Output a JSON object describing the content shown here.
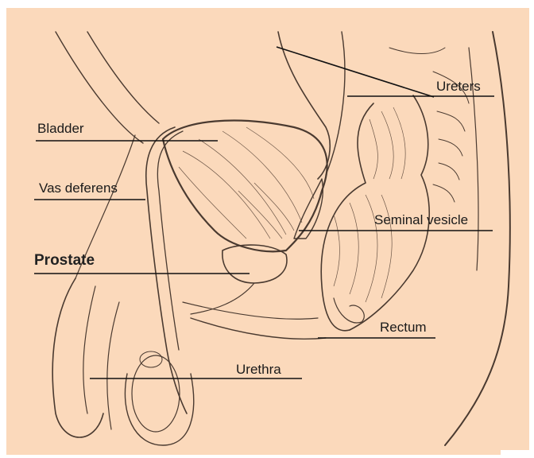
{
  "diagram": {
    "background_color": "#fbd9bb",
    "ink_color": "#4a3a30",
    "labels": {
      "ureters": "Ureters",
      "bladder": "Bladder",
      "vas_deferens": "Vas deferens",
      "prostate": "Prostate",
      "seminal_vesicle": "Seminal vesicle",
      "rectum": "Rectum",
      "urethra": "Urethra"
    }
  }
}
